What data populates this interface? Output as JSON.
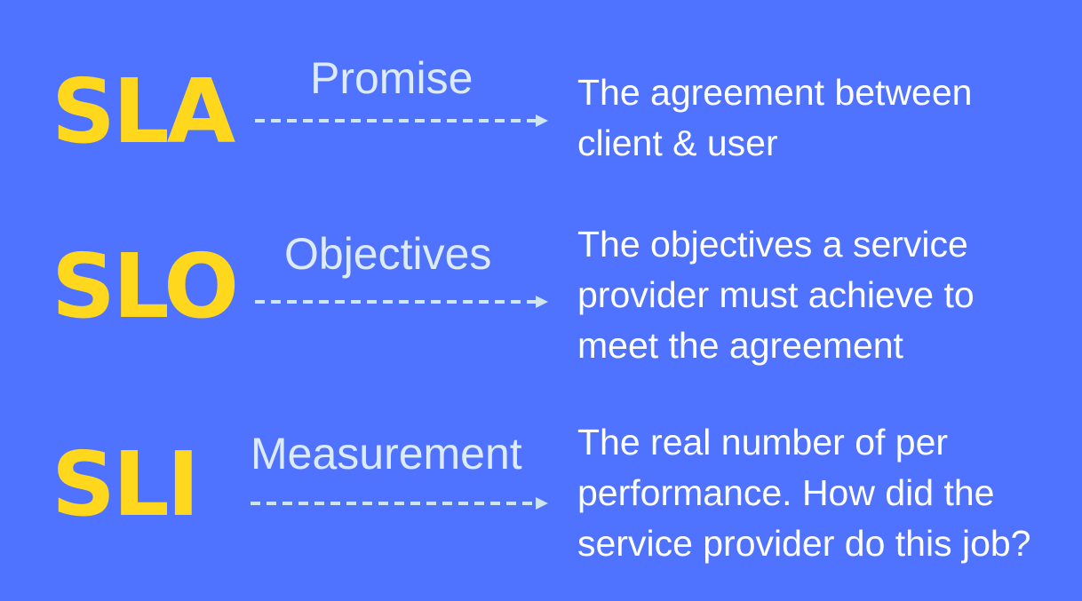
{
  "colors": {
    "background": "#4f72ff",
    "acronym": "#ffd81e",
    "text": "#ffffff",
    "concept": "#dcebf5",
    "arrow": "#cfe6ee"
  },
  "rows": [
    {
      "acronym": "SLA",
      "concept": "Promise",
      "description": "The agreement between client & user"
    },
    {
      "acronym": "SLO",
      "concept": "Objectives",
      "description": "The objectives a service provider must achieve to meet the agreement"
    },
    {
      "acronym": "SLI",
      "concept": "Measurement",
      "description": "The real number of per performance. How did the service provider do this job?"
    }
  ]
}
